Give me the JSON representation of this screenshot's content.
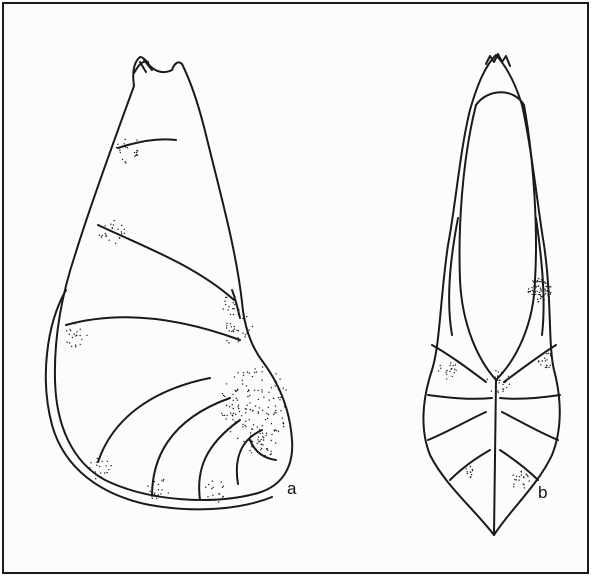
{
  "figure": {
    "panels": [
      {
        "id": "a",
        "label": "a",
        "view": "side-view-shell"
      },
      {
        "id": "b",
        "label": "b",
        "view": "edge-view-shell"
      }
    ],
    "colors": {
      "ink": "#1a1a1a",
      "paper": "#fcfcfa"
    }
  }
}
